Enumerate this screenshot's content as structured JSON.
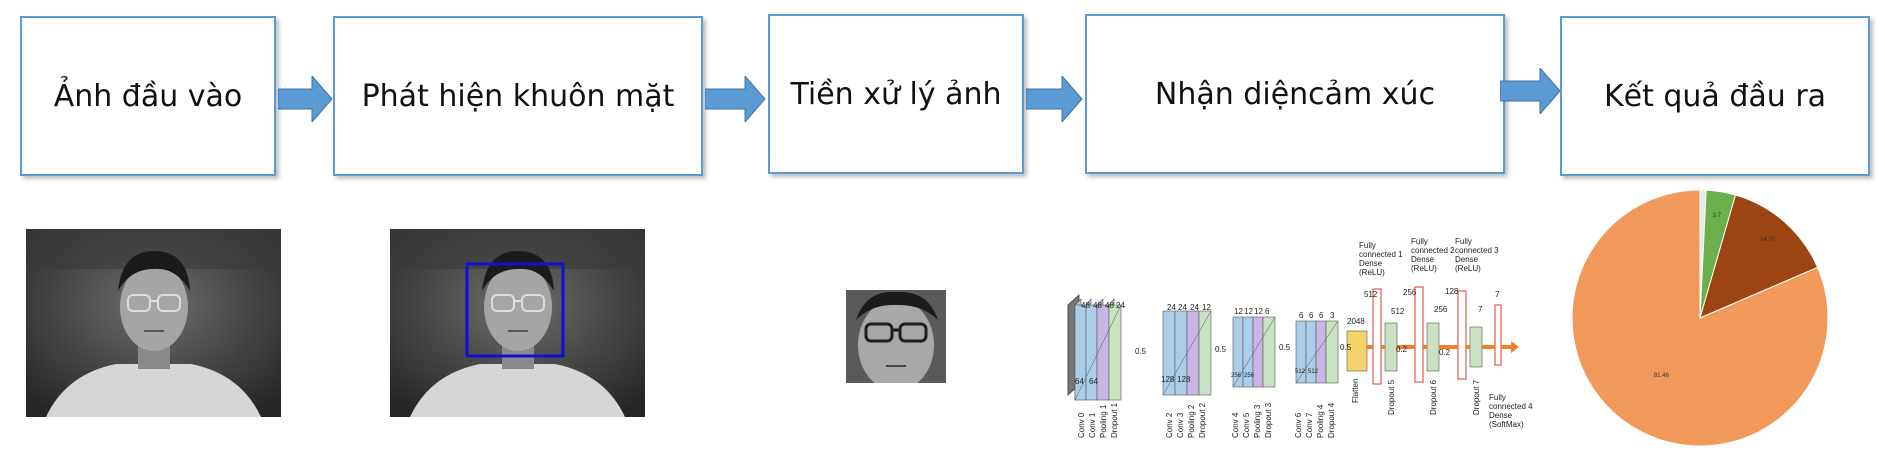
{
  "steps": [
    {
      "label": "Ảnh đầu vào"
    },
    {
      "label": "Phát hiện khuôn mặt"
    },
    {
      "label": "Tiền xử lý ảnh"
    },
    {
      "label": "Nhận diệncảm xúc"
    },
    {
      "label": "Kết quả đầu ra"
    }
  ],
  "images": {
    "input": "Input grayscale photo of a man with glasses",
    "detected": "Same photo with blue face bounding box",
    "cropped": "Cropped grayscale face"
  },
  "cnn": {
    "blocks": [
      {
        "sizes": [
          "48",
          "48",
          "48",
          "24"
        ],
        "bottom": [
          "64",
          "64"
        ],
        "dropout": "0.5",
        "labels": [
          "Conv 0",
          "Conv 1",
          "Pooling 1",
          "Dropout 1"
        ]
      },
      {
        "sizes": [
          "24",
          "24",
          "24",
          "12"
        ],
        "bottom": [
          "128",
          "128"
        ],
        "dropout": "0.5",
        "labels": [
          "Conv 2",
          "Conv 3",
          "Pooling 2",
          "Dropout 2"
        ]
      },
      {
        "sizes": [
          "12",
          "12",
          "12",
          "6"
        ],
        "bottom": [
          "256",
          "256"
        ],
        "dropout": "0.5",
        "labels": [
          "Conv 4",
          "Conv 5",
          "Pooling 3",
          "Dropout 3"
        ]
      },
      {
        "sizes": [
          "6",
          "6",
          "6",
          "3"
        ],
        "bottom": [
          "512",
          "512"
        ],
        "dropout": "0.5",
        "labels": [
          "Conv 6",
          "Conv 7",
          "Pooling 4",
          "Dropout 4"
        ]
      }
    ],
    "flatten": {
      "value": "2048",
      "label": "Flatten"
    },
    "dense": [
      {
        "title": "Fully connected 1 Dense (ReLU)",
        "size": "512",
        "next": "512",
        "dropout": "0.2",
        "label": "Dropout 5"
      },
      {
        "title": "Fully connected 2 Dense (ReLU)",
        "size": "256",
        "next": "256",
        "dropout": "0.2",
        "label": "Dropout 6"
      },
      {
        "title": "Fully connected 3 Dense (ReLU)",
        "size": "128",
        "next": "7",
        "dropout": "",
        "label": "Dropout 7"
      },
      {
        "title": "Fully connected 4 Dense (SoftMax)",
        "size": "7",
        "next": "",
        "dropout": "",
        "label": ""
      }
    ]
  },
  "pie": {
    "slices": [
      {
        "label": "81.46",
        "value": 81.46,
        "color": "#f0995a"
      },
      {
        "label": "14.07",
        "value": 14.07,
        "color": "#9c4513"
      },
      {
        "label": "3.7",
        "value": 3.7,
        "color": "#6ab04c"
      },
      {
        "label": "",
        "value": 0.77,
        "color": "#e8e8e8"
      }
    ]
  }
}
